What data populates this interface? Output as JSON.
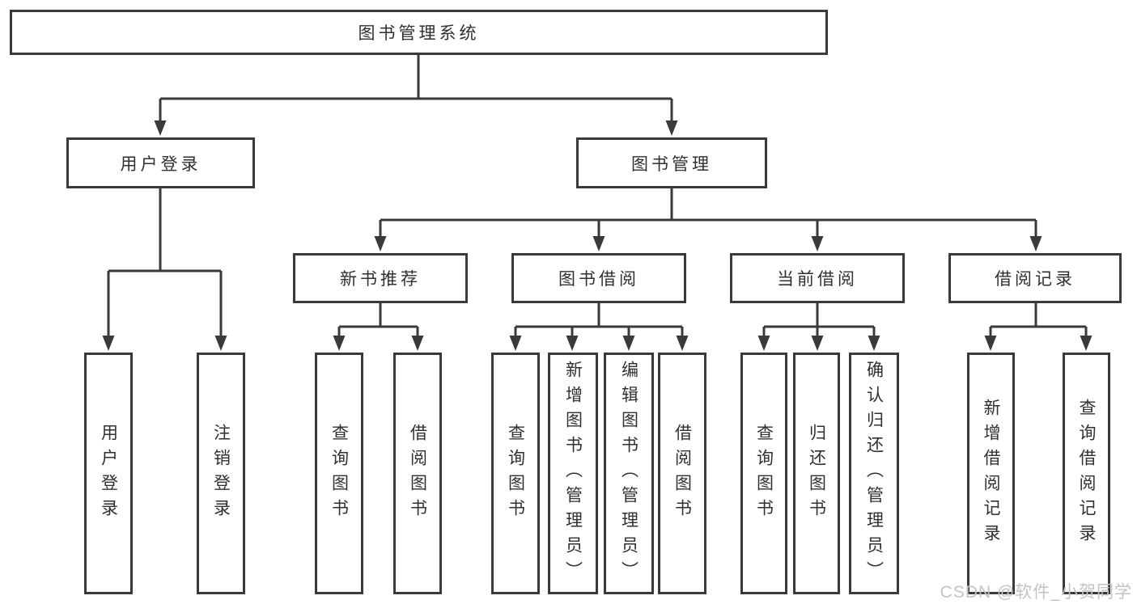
{
  "diagram_title": "图书管理系统",
  "watermark": "CSDN @软件_小贺同学",
  "colors": {
    "line": "#3a3a3a",
    "box_border": "#3a3a3a",
    "text": "#303030",
    "background": "#ffffff",
    "watermark": "#c6c2c2"
  },
  "tree": {
    "root": {
      "label": "图书管理系统"
    },
    "children": [
      {
        "label": "用户登录",
        "children": [
          {
            "label": "用户登录"
          },
          {
            "label": "注销登录"
          }
        ]
      },
      {
        "label": "图书管理",
        "children": [
          {
            "label": "新书推荐",
            "children": [
              {
                "label": "查询图书"
              },
              {
                "label": "借阅图书"
              }
            ]
          },
          {
            "label": "图书借阅",
            "children": [
              {
                "label": "查询图书"
              },
              {
                "label": "新增图书（管理员）"
              },
              {
                "label": "编辑图书（管理员）"
              },
              {
                "label": "借阅图书"
              }
            ]
          },
          {
            "label": "当前借阅",
            "children": [
              {
                "label": "查询图书"
              },
              {
                "label": "归还图书"
              },
              {
                "label": "确认归还（管理员）"
              }
            ]
          },
          {
            "label": "借阅记录",
            "children": [
              {
                "label": "新增借阅记录"
              },
              {
                "label": "查询借阅记录"
              }
            ]
          }
        ]
      }
    ]
  }
}
